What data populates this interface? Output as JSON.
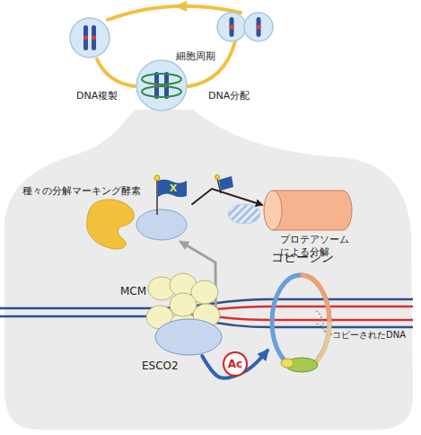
{
  "diagram": {
    "nodes": [
      {
        "text": [
          "種々の分解マーキング酵素"
        ]
      },
      {
        "text": [
          "X"
        ]
      },
      {
        "text": [
          "プロテアソーム による分解"
        ]
      },
      {
        "text": [
          "コヒーシン"
        ]
      },
      {
        "text": [
          "MCM"
        ]
      },
      {
        "text": [
          "ESCO2"
        ]
      },
      {
        "text": [
          "Ac"
        ]
      }
    ],
    "edges": [
      {
        "from": 5,
        "to": 1,
        "arrow": "to"
      },
      {
        "from": 1,
        "to": 2,
        "arrow": "to"
      },
      {
        "from": 5,
        "to": 3,
        "arrow": "to"
      }
    ],
    "labels": [
      "細胞周期",
      "DNA複製",
      "DNA分配",
      "コピーされたDNA"
    ]
  }
}
